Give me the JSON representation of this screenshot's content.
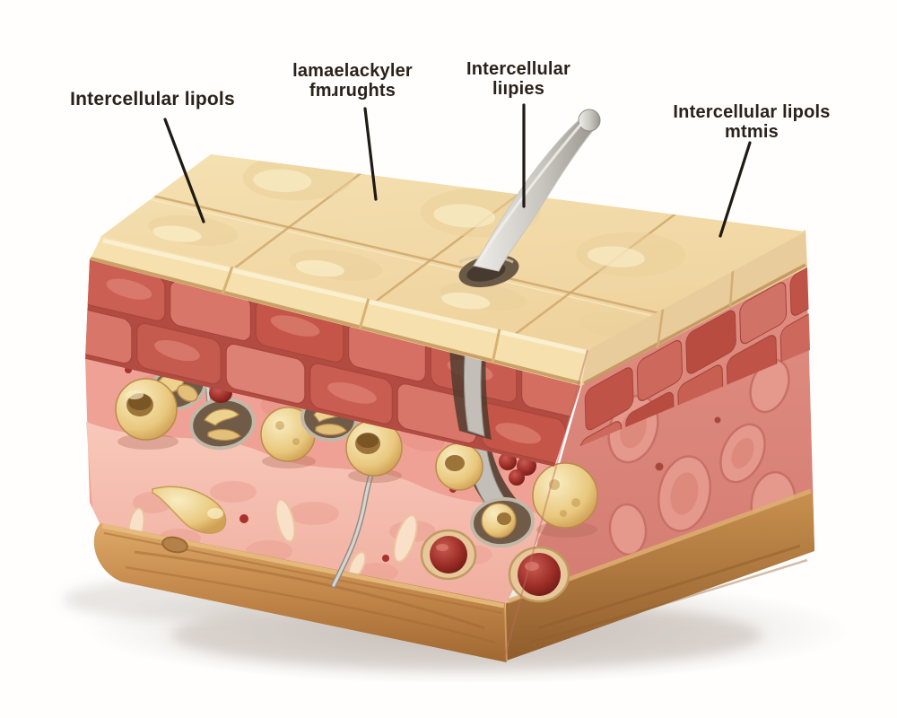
{
  "figure": {
    "type": "anatomical-illustration",
    "subject": "Skin stratum corneum cross-section block with hair shaft and intercellular lipid cells",
    "background": "#fffefd",
    "labels": [
      {
        "line1": "Intercellular lipols",
        "line2": ""
      },
      {
        "line1": "lamaelackyler",
        "line2": "fmɹrughts"
      },
      {
        "line1": "Intercellular",
        "line2": "liıpies"
      },
      {
        "line1": "Intercellular lipols",
        "line2": "mtmis"
      }
    ],
    "colors": {
      "label_text": "#2a211a",
      "leader_line": "#201a14",
      "corneocyte_top": "#f3dba8",
      "corneocyte_edge": "#f5e0ae",
      "corneocyte_edge_side": "#e9cc9b",
      "brick_red": "#cf6458",
      "pink_upper": "#f0a195",
      "pink_lower": "#f6c1b4",
      "pink_side": "#e88d81",
      "lipid_yellow": "#ecd28e",
      "red_cell": "#9e2f2b",
      "wood_base": "#c08448",
      "hair_gray": "#c9c6c0"
    }
  }
}
